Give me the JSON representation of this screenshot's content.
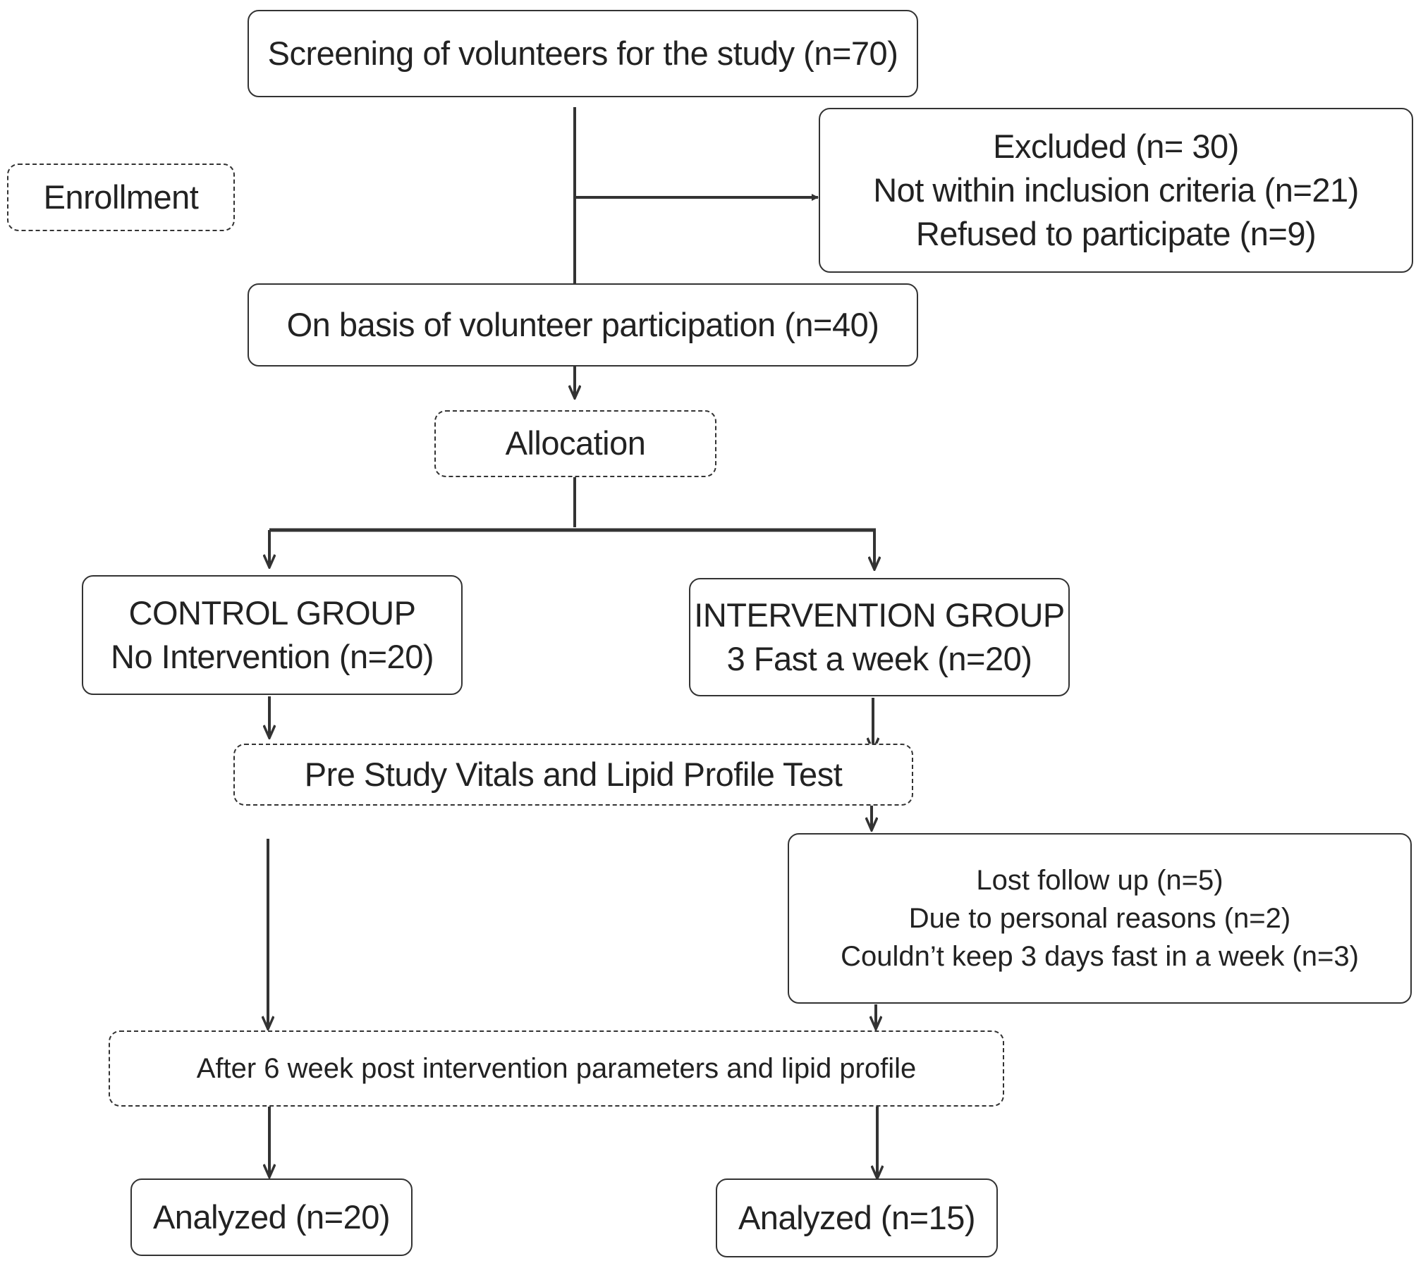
{
  "screening": "Screening of volunteers for the study (n=70)",
  "enrollment": "Enrollment",
  "excluded": {
    "title": "Excluded (n= 30)",
    "lines": [
      "Not within inclusion criteria (n=21)",
      "Refused to participate (n=9)"
    ]
  },
  "participation": "On basis of volunteer participation (n=40)",
  "allocation": "Allocation",
  "control": {
    "title": "CONTROL GROUP",
    "detail": "No Intervention (n=20)"
  },
  "intervention": {
    "title": "INTERVENTION GROUP",
    "detail": "3 Fast a week (n=20)"
  },
  "pre_study": "Pre Study Vitals and Lipid Profile Test",
  "lost_follow_up": {
    "title": "Lost follow up (n=5)",
    "lines": [
      "Due to personal reasons (n=2)",
      "Couldn’t keep 3 days fast in a week (n=3)"
    ]
  },
  "post_intervention": "After 6 week post intervention parameters and lipid profile",
  "analyzed_control": "Analyzed (n=20)",
  "analyzed_intervention": "Analyzed (n=15)"
}
